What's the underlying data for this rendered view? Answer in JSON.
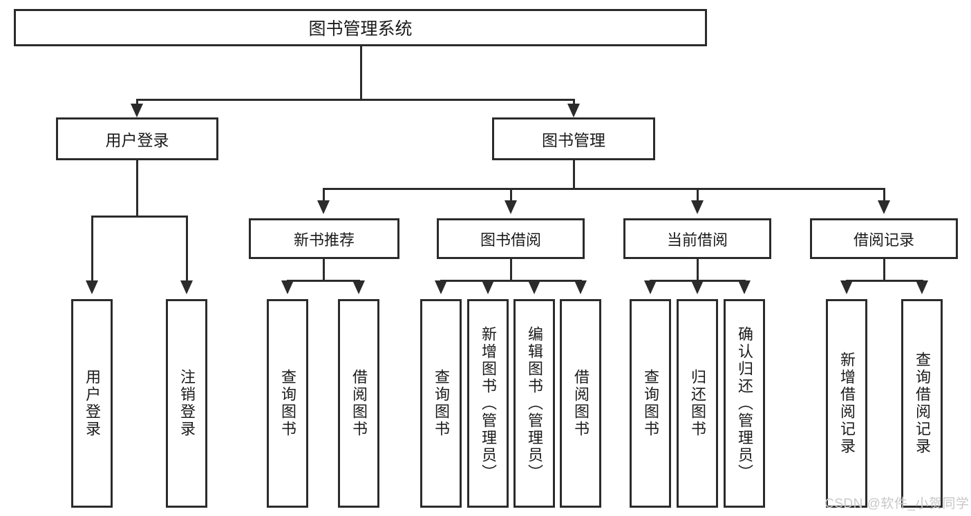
{
  "diagram": {
    "type": "tree-hierarchy",
    "title": "图书管理系统",
    "root": {
      "label": "图书管理系统"
    },
    "level2": [
      {
        "label": "用户登录"
      },
      {
        "label": "图书管理"
      }
    ],
    "level3": [
      {
        "label": "新书推荐"
      },
      {
        "label": "图书借阅"
      },
      {
        "label": "当前借阅"
      },
      {
        "label": "借阅记录"
      }
    ],
    "leaves": {
      "user_login": [
        {
          "label": "用户登录"
        },
        {
          "label": "注销登录"
        }
      ],
      "new_book_recommend": [
        {
          "label": "查询图书"
        },
        {
          "label": "借阅图书"
        }
      ],
      "book_borrow": [
        {
          "label": "查询图书"
        },
        {
          "label": "新增图书（管理员）"
        },
        {
          "label": "编辑图书（管理员）"
        },
        {
          "label": "借阅图书"
        }
      ],
      "current_borrow": [
        {
          "label": "查询图书"
        },
        {
          "label": "归还图书"
        },
        {
          "label": "确认归还（管理员）"
        }
      ],
      "borrow_record": [
        {
          "label": "新增借阅记录"
        },
        {
          "label": "查询借阅记录"
        }
      ]
    }
  },
  "watermark": {
    "text": "CSDN @软件_小贺同学"
  },
  "colors": {
    "stroke": "#2b2b2b",
    "background": "#ffffff",
    "text": "#1b1b1b",
    "watermark": "#c8c8c8"
  }
}
